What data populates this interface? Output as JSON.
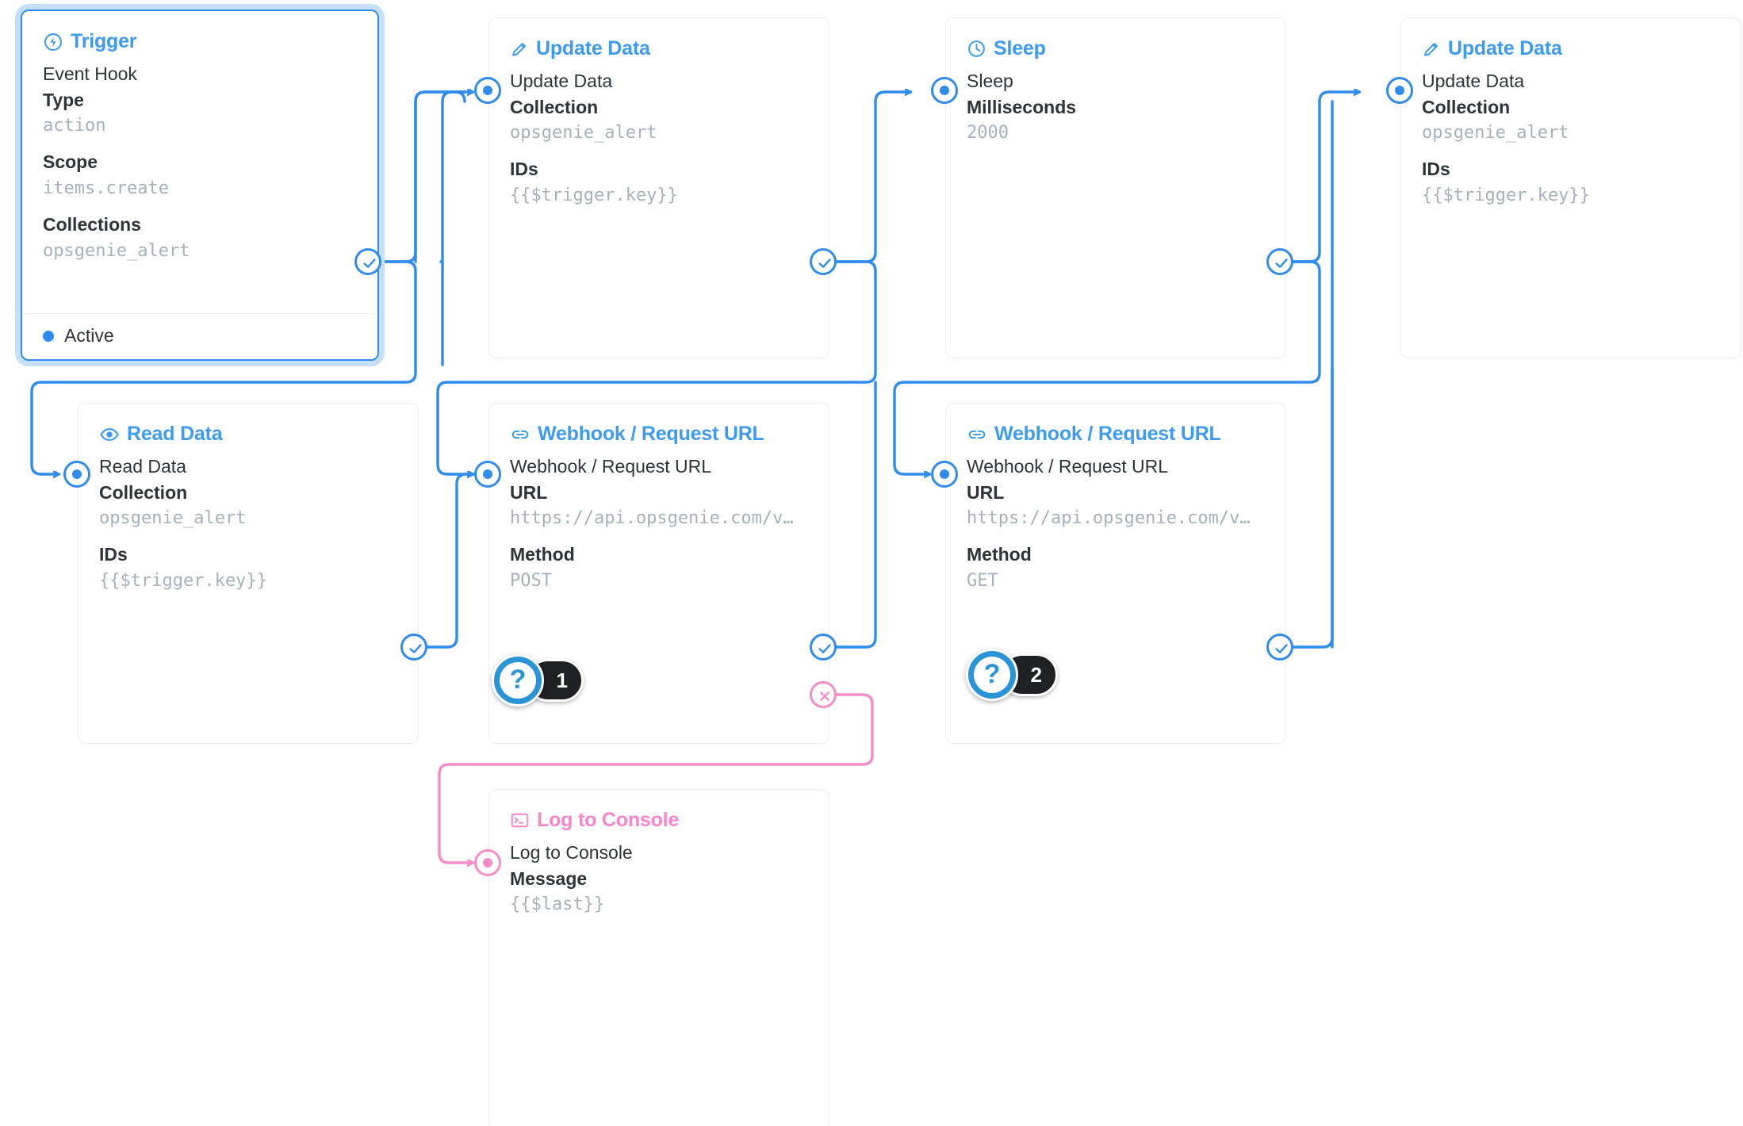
{
  "colors": {
    "accent_blue": "#2f8ced",
    "title_blue": "#3c9bf0",
    "pink": "#f78dc8",
    "title_pink": "#f885c8",
    "value_grey": "#a7b0bd",
    "text_dark": "#2e3338",
    "badge_dark": "#202124",
    "card_border": "#edeef1",
    "selection_halo": "#c6e0fb"
  },
  "cards": {
    "trigger": {
      "icon": "bolt-circle-icon",
      "title": "Trigger",
      "head": "Event Hook",
      "fields": [
        {
          "label": "Type",
          "value": "action"
        },
        {
          "label": "Scope",
          "value": "items.create"
        },
        {
          "label": "Collections",
          "value": "opsgenie_alert"
        }
      ],
      "status": "Active"
    },
    "update_data_top": {
      "icon": "pencil-icon",
      "title": "Update Data",
      "head": "Update Data",
      "fields": [
        {
          "label": "Collection",
          "value": "opsgenie_alert"
        },
        {
          "label": "IDs",
          "value": "{{$trigger.key}}"
        }
      ]
    },
    "sleep": {
      "icon": "clock-icon",
      "title": "Sleep",
      "head": "Sleep",
      "fields": [
        {
          "label": "Milliseconds",
          "value": "2000"
        }
      ]
    },
    "update_data_right": {
      "icon": "pencil-icon",
      "title": "Update Data",
      "head": "Update Data",
      "fields": [
        {
          "label": "Collection",
          "value": "opsgenie_alert"
        },
        {
          "label": "IDs",
          "value": "{{$trigger.key}}"
        }
      ]
    },
    "read_data": {
      "icon": "eye-icon",
      "title": "Read Data",
      "head": "Read Data",
      "fields": [
        {
          "label": "Collection",
          "value": "opsgenie_alert"
        },
        {
          "label": "IDs",
          "value": "{{$trigger.key}}"
        }
      ]
    },
    "webhook_post": {
      "icon": "link-icon",
      "title": "Webhook / Request URL",
      "head": "Webhook / Request URL",
      "fields": [
        {
          "label": "URL",
          "value": "https://api.opsgenie.com/v…"
        },
        {
          "label": "Method",
          "value": "POST"
        }
      ]
    },
    "webhook_get": {
      "icon": "link-icon",
      "title": "Webhook / Request URL",
      "head": "Webhook / Request URL",
      "fields": [
        {
          "label": "URL",
          "value": "https://api.opsgenie.com/v…"
        },
        {
          "label": "Method",
          "value": "GET"
        }
      ]
    },
    "log_to_console": {
      "icon": "terminal-icon",
      "title": "Log to Console",
      "head": "Log to Console",
      "fields": [
        {
          "label": "Message",
          "value": "{{$last}}"
        }
      ]
    }
  },
  "badges": [
    {
      "glyph": "?",
      "count": "1"
    },
    {
      "glyph": "?",
      "count": "2"
    }
  ]
}
